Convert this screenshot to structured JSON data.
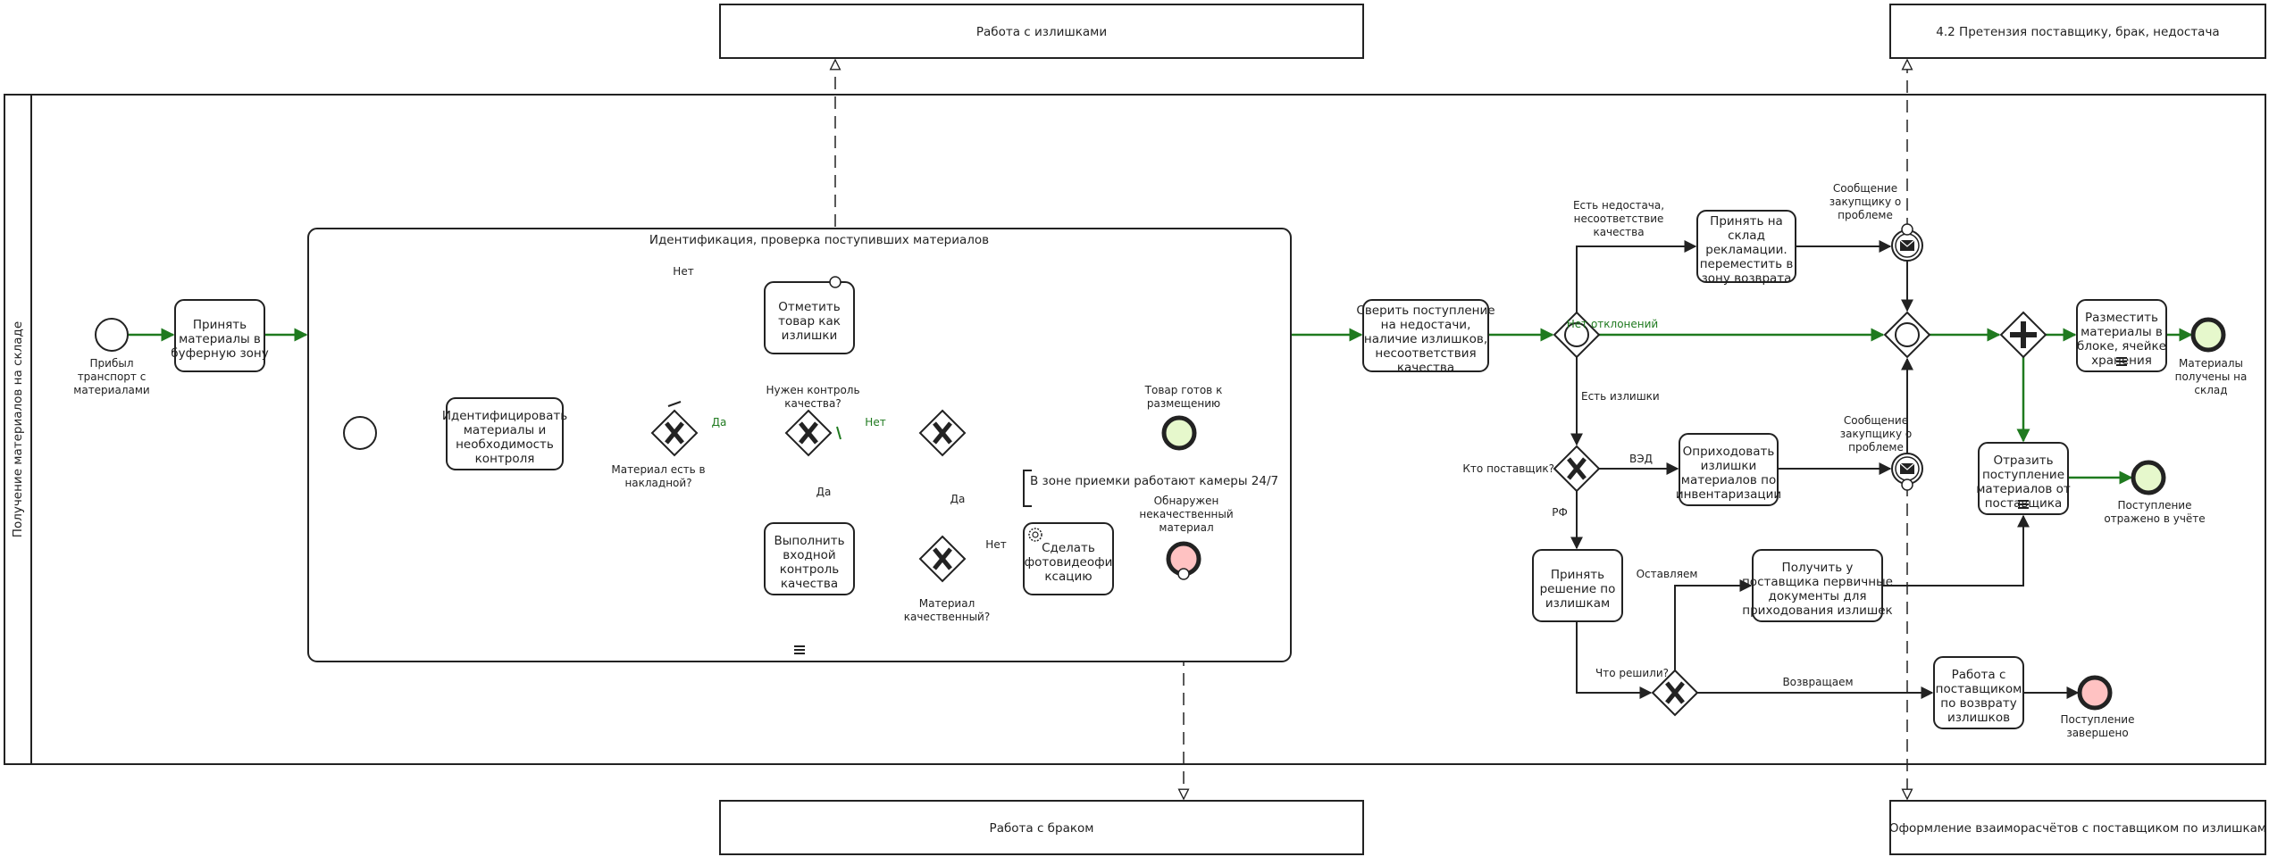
{
  "colors": {
    "green_flow": "#1f7a1f",
    "end_ok_fill": "#e6f8cc",
    "end_err_fill": "#ffc2c2",
    "stroke": "#222222"
  },
  "external": {
    "surplus": "Работа с излишками",
    "claim": "4.2 Претензия поставщику, брак, недостача",
    "defects": "Работа с браком",
    "settlement": "Оформление взаиморасчётов с поставщиком по излишкам"
  },
  "lane": {
    "title": "Получение материалов на складе"
  },
  "subprocess": {
    "title": "Идентификация, проверка поступивших материалов"
  },
  "annotation": "В зоне приемки работают камеры 24/7",
  "events": {
    "start_main": [
      "Прибыл",
      "транспорт с",
      "материалами"
    ],
    "end_ready": [
      "Товар готов к",
      "размещению"
    ],
    "end_defect": [
      "Обнаружен",
      "некачественный",
      "материал"
    ],
    "msg_top": [
      "Сообщение",
      "закупщику о",
      "проблеме"
    ],
    "msg_bottom": [
      "Сообщение",
      "закупщику о",
      "проблеме"
    ],
    "end_received": [
      "Материалы",
      "получены на",
      "склад"
    ],
    "end_recorded": [
      "Поступление",
      "отражено в учёте"
    ],
    "end_done": [
      "Поступление",
      "завершено"
    ]
  },
  "tasks": {
    "buffer": [
      "Принять",
      "материалы в",
      "буферную зону"
    ],
    "identify": [
      "Идентифицировать",
      "материалы и",
      "необходимость",
      "контроля"
    ],
    "mark_surplus": [
      "Отметить",
      "товар как",
      "излишки"
    ],
    "quality": [
      "Выполнить",
      "входной",
      "контроль",
      "качества"
    ],
    "photo": [
      "Сделать",
      "фотовидеофи",
      "ксацию"
    ],
    "check": [
      "Сверить поступление",
      "на недостачи,",
      "наличие излишков,",
      "несоответствия",
      "качества"
    ],
    "claims": [
      "Принять на",
      "склад",
      "рекламации.",
      "переместить в",
      "зону возврата"
    ],
    "post_surplus": [
      "Оприходовать",
      "излишки",
      "материалов по",
      "инвентаризации"
    ],
    "place": [
      "Разместить",
      "материалы в",
      "блоке, ячейке",
      "хранения"
    ],
    "reflect": [
      "Отразить",
      "поступление",
      "материалов от",
      "поставщика"
    ],
    "decide": [
      "Принять",
      "решение по",
      "излишкам"
    ],
    "get_docs": [
      "Получить у",
      "поставщика первичные",
      "документы для",
      "приходования излишек"
    ],
    "return": [
      "Работа с",
      "поставщиком",
      "по возврату",
      "излишков"
    ]
  },
  "gateways": {
    "in_invoice": [
      "Материал есть в",
      "накладной?"
    ],
    "need_qc": [
      "Нужен контроль",
      "качества?"
    ],
    "is_quality": [
      "Материал",
      "качественный?"
    ],
    "supplier": [
      "Кто поставщик?"
    ],
    "decision": [
      "Что решили?"
    ]
  },
  "flow_labels": {
    "no_invoice": "Нет",
    "yes_invoice": "Да",
    "no_qc": "Нет",
    "yes_qc": "Да",
    "yes_quality": "Да",
    "no_quality": "Нет",
    "shortage": [
      "Есть недостача,",
      "несоответствие",
      "качества"
    ],
    "no_deviation": "Нет отклонений",
    "surplus": "Есть излишки",
    "ved": "ВЭД",
    "rf": "РФ",
    "keep": "Оставляем",
    "return": "Возвращаем"
  }
}
